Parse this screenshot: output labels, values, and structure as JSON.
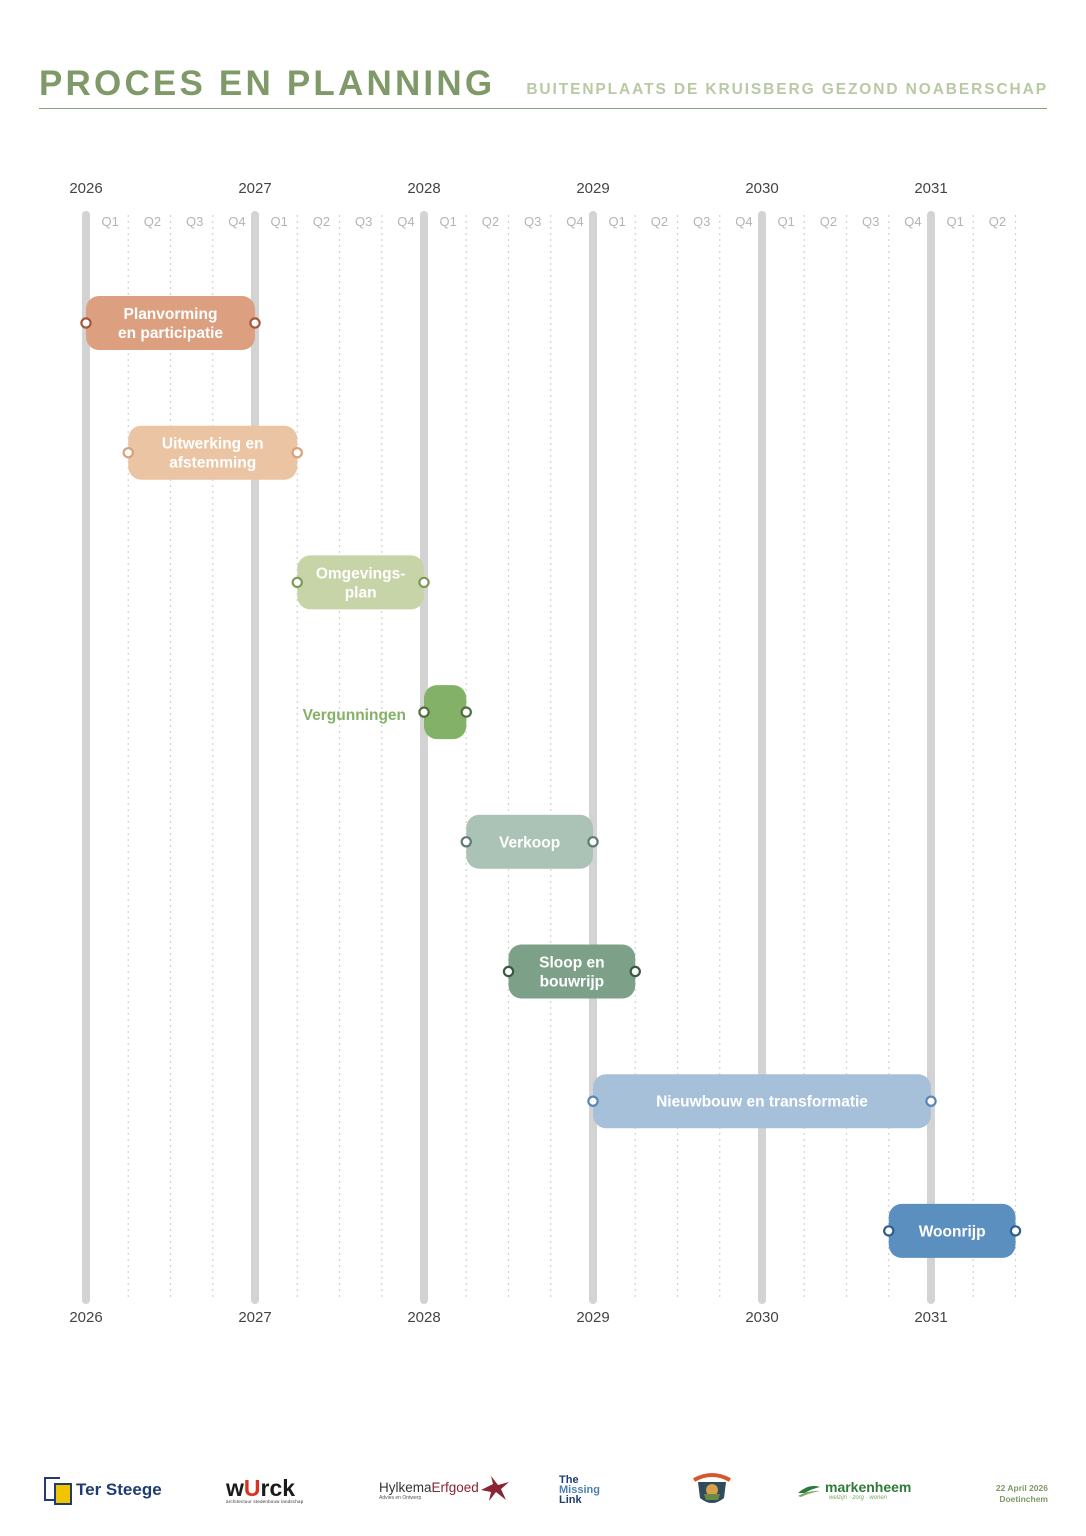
{
  "header": {
    "title": "PROCES EN PLANNING",
    "subtitle": "BUITENPLAATS DE KRUISBERG GEZOND NOABERSCHAP"
  },
  "chart_data": {
    "type": "gantt",
    "x_unit": "quarter",
    "x_range": [
      "2026-Q1",
      "2031-Q2"
    ],
    "years": [
      "2026",
      "2027",
      "2028",
      "2029",
      "2030",
      "2031"
    ],
    "quarter_labels": [
      "Q1",
      "Q2",
      "Q3",
      "Q4",
      "Q1",
      "Q2",
      "Q3",
      "Q4",
      "Q1",
      "Q2",
      "Q3",
      "Q4",
      "Q1",
      "Q2",
      "Q3",
      "Q4",
      "Q1",
      "Q2",
      "Q3",
      "Q4",
      "Q1",
      "Q2"
    ],
    "tasks": [
      {
        "label": [
          "Planvorming",
          "en participatie"
        ],
        "start": 2026.0,
        "end": 2027.0,
        "color": "#dc9f80",
        "dot": "#a8553a",
        "label_position": "inside"
      },
      {
        "label": [
          "Uitwerking en",
          "afstemming"
        ],
        "start": 2026.25,
        "end": 2027.25,
        "color": "#ebc4a3",
        "dot": "#d9a27a",
        "label_position": "inside"
      },
      {
        "label": [
          "Omgevings-",
          "plan"
        ],
        "start": 2027.25,
        "end": 2028.0,
        "color": "#c7d4a8",
        "dot": "#7f9a55",
        "label_position": "inside"
      },
      {
        "label": [
          "Vergunningen"
        ],
        "start": 2028.0,
        "end": 2028.25,
        "color": "#84b168",
        "dot": "#4f6f3e",
        "label_position": "left",
        "label_color": "#84b168"
      },
      {
        "label": [
          "Verkoop"
        ],
        "start": 2028.25,
        "end": 2029.0,
        "color": "#abc3b6",
        "dot": "#5d7d70",
        "label_position": "inside"
      },
      {
        "label": [
          "Sloop en",
          "bouwrijp"
        ],
        "start": 2028.5,
        "end": 2029.25,
        "color": "#7ca088",
        "dot": "#355a40",
        "label_position": "inside"
      },
      {
        "label": [
          "Nieuwbouw en transformatie"
        ],
        "start": 2029.0,
        "end": 2031.0,
        "color": "#a7c0d9",
        "dot": "#5b86b6",
        "label_position": "inside"
      },
      {
        "label": [
          "Woonrijp"
        ],
        "start": 2030.75,
        "end": 2031.5,
        "color": "#5b8fbf",
        "dot": "#2f5d8a",
        "label_position": "inside"
      }
    ]
  },
  "footer": {
    "logos": {
      "ter_steege": "Ter Steege",
      "wurck_w": "w",
      "wurck_u": "U",
      "wurck_rest": "rck",
      "wurck_sub": "architectuur  stedenbouw  landschap",
      "hylkema_1": "Hylkema",
      "hylkema_2": "Erfgoed",
      "hylkema_sub": "Advies en Ontwerp",
      "missing_1": "The",
      "missing_2": "Missing",
      "missing_3": "Link",
      "markenheem": "markenheem",
      "markenheem_sub": "welzijn · zorg · wonen"
    },
    "date": "22 April  2026",
    "place": "Doetinchem"
  }
}
